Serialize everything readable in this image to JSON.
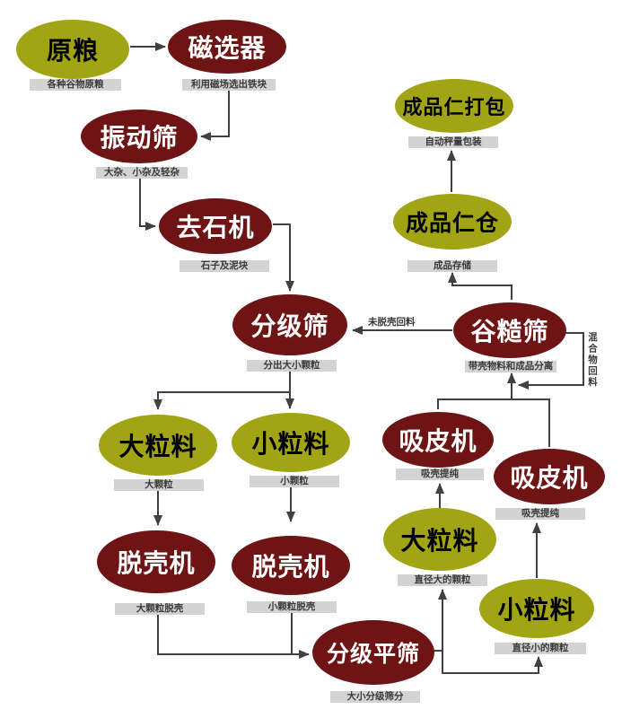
{
  "diagram": {
    "kind": "grain-processing-flowchart",
    "colors": {
      "node_olive": "#a2a513",
      "node_maroon": "#6e1414",
      "caption_bg": "#d3d3d3",
      "caption_text": "#3a3a3a",
      "line": "#404040",
      "olive_text": "#000000",
      "maroon_text": "#ffffff"
    }
  },
  "nodes": {
    "yuanliang": {
      "label": "原粮",
      "caption": "各种谷物原粮"
    },
    "cixuanqi": {
      "label": "磁选器",
      "caption": "利用磁场选出铁块"
    },
    "zhendongshai": {
      "label": "振动筛",
      "caption": "大杂、小杂及轻杂"
    },
    "qushiji": {
      "label": "去石机",
      "caption": "石子及泥块"
    },
    "fenjishai": {
      "label": "分级筛",
      "caption": "分出大小颗粒"
    },
    "chengpin_dabao": {
      "label": "成品仁打包",
      "caption": "自动秤量包装"
    },
    "chengpin_cang": {
      "label": "成品仁仓",
      "caption": "成品存储"
    },
    "gucaoshai": {
      "label": "谷糙筛",
      "caption": "带壳物料和成品分离"
    },
    "xipiji_left": {
      "label": "吸皮机",
      "caption": "吸壳提纯"
    },
    "xipiji_right": {
      "label": "吸皮机",
      "caption": "吸壳提纯"
    },
    "daliliao_right": {
      "label": "大粒料",
      "caption": "直径大的颗粒"
    },
    "xiaoliliao_right": {
      "label": "小粒料",
      "caption": "直径小的颗粒"
    },
    "daliliao_left": {
      "label": "大粒料",
      "caption": "大颗粒"
    },
    "xiaoliliao_left": {
      "label": "小粒料",
      "caption": "小颗粒"
    },
    "tuokeji_left": {
      "label": "脱壳机",
      "caption": "大颗粒脱壳"
    },
    "tuokeji_right": {
      "label": "脱壳机",
      "caption": "小颗粒脱壳"
    },
    "fenjipingshai": {
      "label": "分级平筛",
      "caption": "大小分级筛分"
    }
  },
  "edge_labels": {
    "weituoke": {
      "text": "未脱壳回料"
    },
    "hunhewu": {
      "text": "混合物回料"
    }
  }
}
